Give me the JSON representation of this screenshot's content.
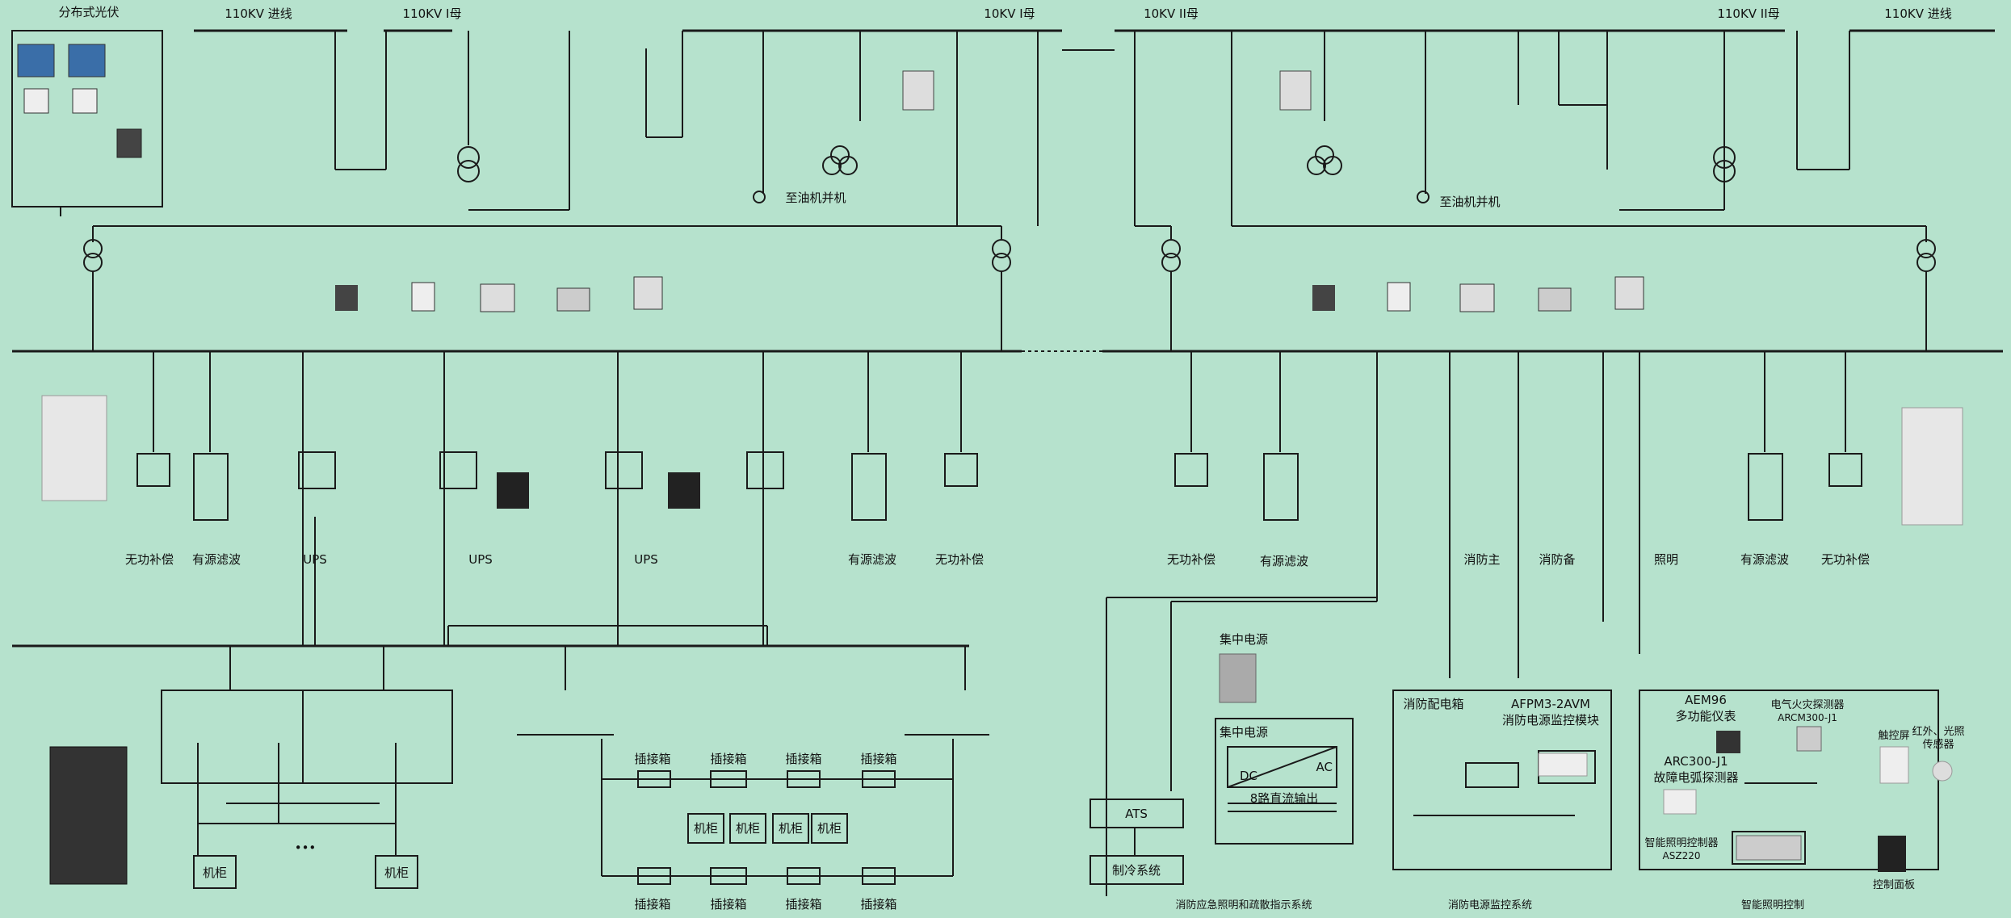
{
  "colors": {
    "background": "#b6e2cd",
    "line": "#1a1a1a"
  },
  "labels": {
    "pv": "分布式光伏",
    "in_110_left": "110KV 进线",
    "bus_110_1": "110KV I母",
    "bus_10_1": "10KV I母",
    "bus_10_2": "10KV II母",
    "bus_110_2": "110KV II母",
    "in_110_right": "110KV 进线",
    "genset_l": "至油机并机",
    "genset_r": "至油机并机",
    "reactive_l": "无功补偿",
    "apf_l1": "有源滤波",
    "ups1": "UPS",
    "ups2": "UPS",
    "ups3": "UPS",
    "apf_l2": "有源滤波",
    "reactive_l2": "无功补偿",
    "reactive_r1": "无功补偿",
    "apf_r1": "有源滤波",
    "fire_main": "消防主",
    "fire_backup": "消防备",
    "lighting": "照明",
    "apf_r2": "有源滤波",
    "reactive_r2": "无功补偿",
    "central_power_title": "集中电源",
    "central_power_box": "集中电源",
    "dc": "DC",
    "ac": "AC",
    "dc_out": "8路直流输出",
    "fire_box": "消防配电箱",
    "afpm": "AFPM3-2AVM",
    "afpm_desc": "消防电源监控模块",
    "aem": "AEM96",
    "aem_desc": "多功能仪表",
    "arcm": "电气火灾探测器",
    "arcm_model": "ARCM300-J1",
    "arc": "ARC300-J1",
    "arc_desc": "故障电弧探测器",
    "touch": "触控屏",
    "ir": "红外、光照",
    "ir2": "传感器",
    "asz": "智能照明控制器",
    "asz_model": "ASZ220",
    "panel": "控制面板",
    "ats": "ATS",
    "cooling": "制冷系统",
    "cab1": "机柜",
    "cab2": "机柜",
    "dots": "•••",
    "combiner": "插接箱",
    "jigui": "机柜",
    "sys_emergency": "消防应急照明和疏散指示系统",
    "sys_fire_monitor": "消防电源监控系统",
    "sys_smart_light": "智能照明控制"
  }
}
